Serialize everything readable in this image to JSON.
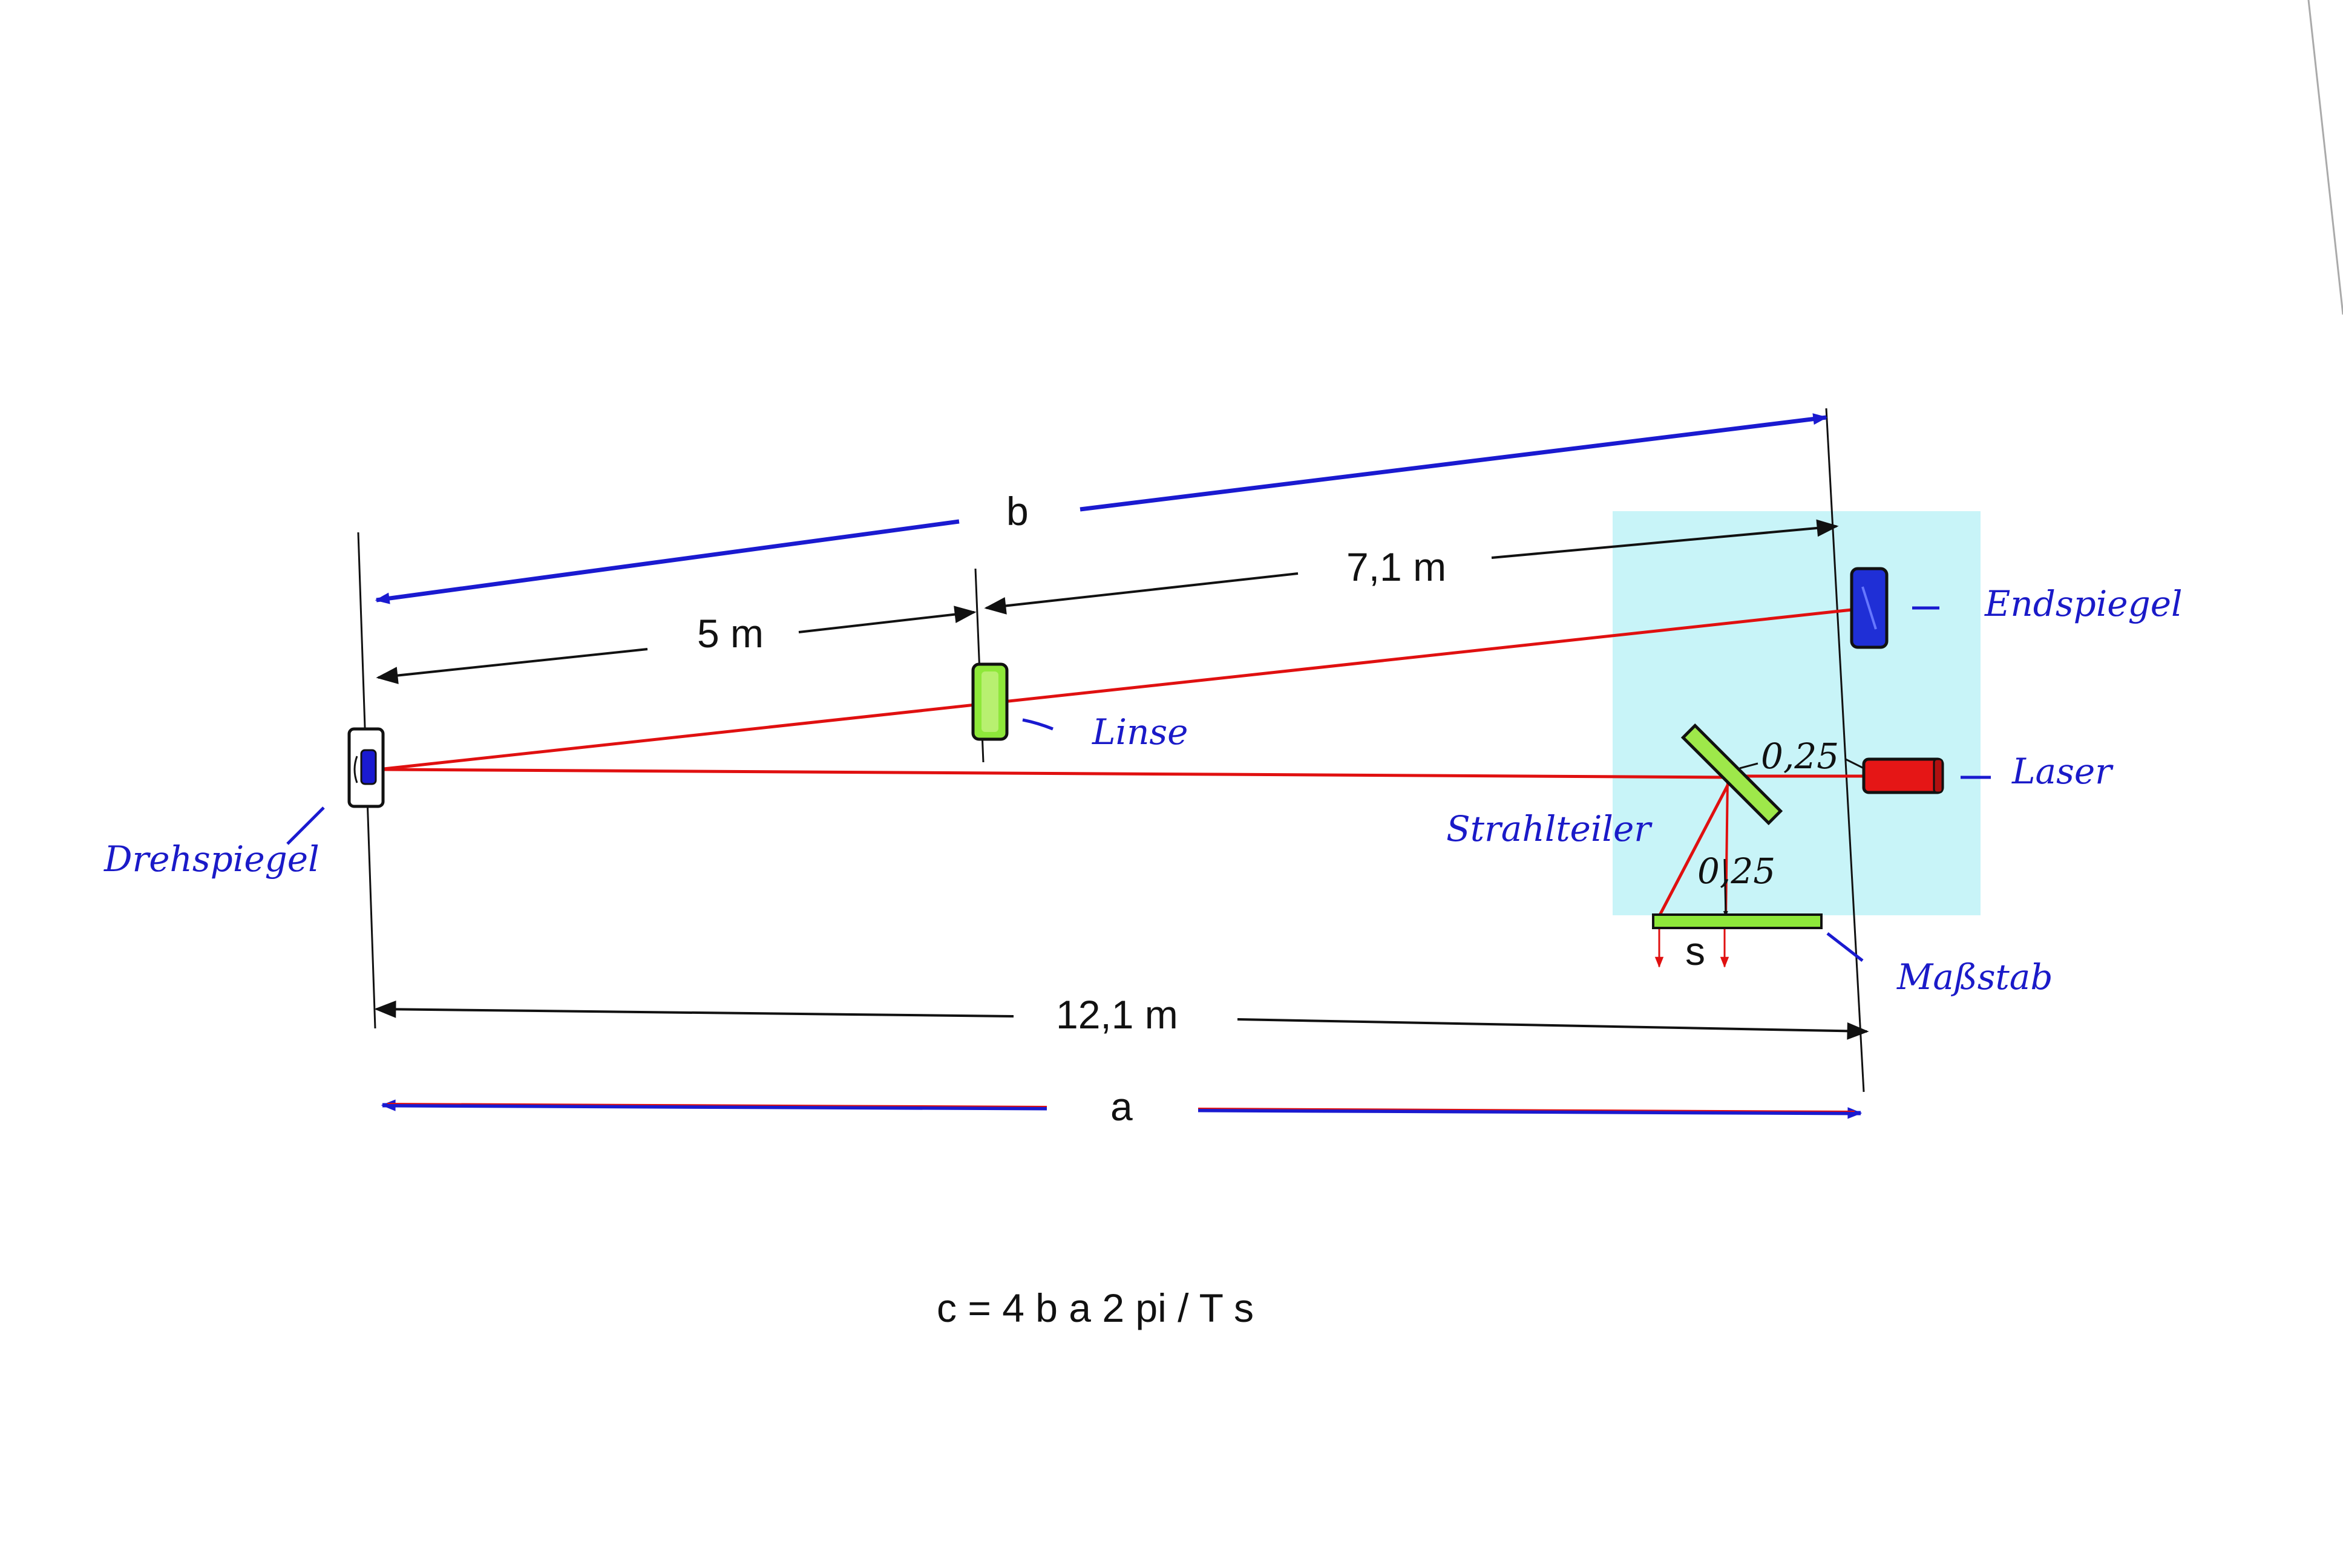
{
  "labels": {
    "b": "b",
    "a": "a",
    "s": "s",
    "dist_5m": "5 m",
    "dist_7_1m": "7,1 m",
    "dist_12_1m": "12,1 m",
    "dist_0_25_top": "0,25",
    "dist_0_25_bottom": "0,25",
    "formula": "c = 4 b a 2 pi / T s"
  },
  "components": {
    "drehspiegel": "Drehspiegel",
    "linse": "Linse",
    "endspiegel": "Endspiegel",
    "laser": "Laser",
    "strahlteiler": "Strahlteiler",
    "massstab": "Maßstab"
  },
  "colors": {
    "beam": "#e01010",
    "blue_dimension": "#1a1ad0",
    "black_dimension": "#111111",
    "box_fill": "#c8f4f8",
    "lens_green": "#8ee83a",
    "endspiegel_blue": "#1f2fd6",
    "laser_red": "#e51616"
  }
}
